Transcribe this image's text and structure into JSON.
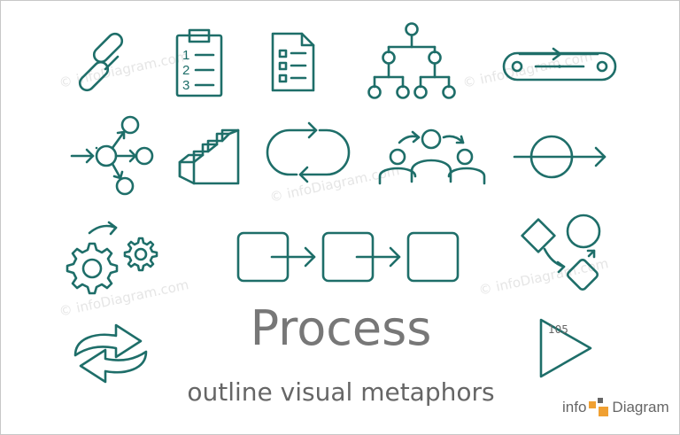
{
  "title": "Process",
  "subtitle": "outline visual metaphors",
  "page_number": "105",
  "watermark_text": "© infoDiagram.com",
  "logo": {
    "part1": "info",
    "part2": "Diagram"
  },
  "colors": {
    "icon_stroke": "#1e6e69",
    "title_text": "#777777",
    "subtitle_text": "#666666",
    "watermark": "#d0d0d0",
    "logo_orange": "#f0a032",
    "logo_text": "#666666"
  },
  "icons": [
    "chain-link-icon",
    "numbered-checklist-icon",
    "document-checklist-icon",
    "hierarchy-tree-icon",
    "conveyor-belt-icon",
    "network-flow-icon",
    "staircase-icon",
    "cycle-arrows-icon",
    "team-flow-icon",
    "circle-arrow-icon",
    "gears-icon",
    "process-steps-icon",
    "flowchart-icon",
    "recycle-arrows-icon",
    "play-icon"
  ]
}
